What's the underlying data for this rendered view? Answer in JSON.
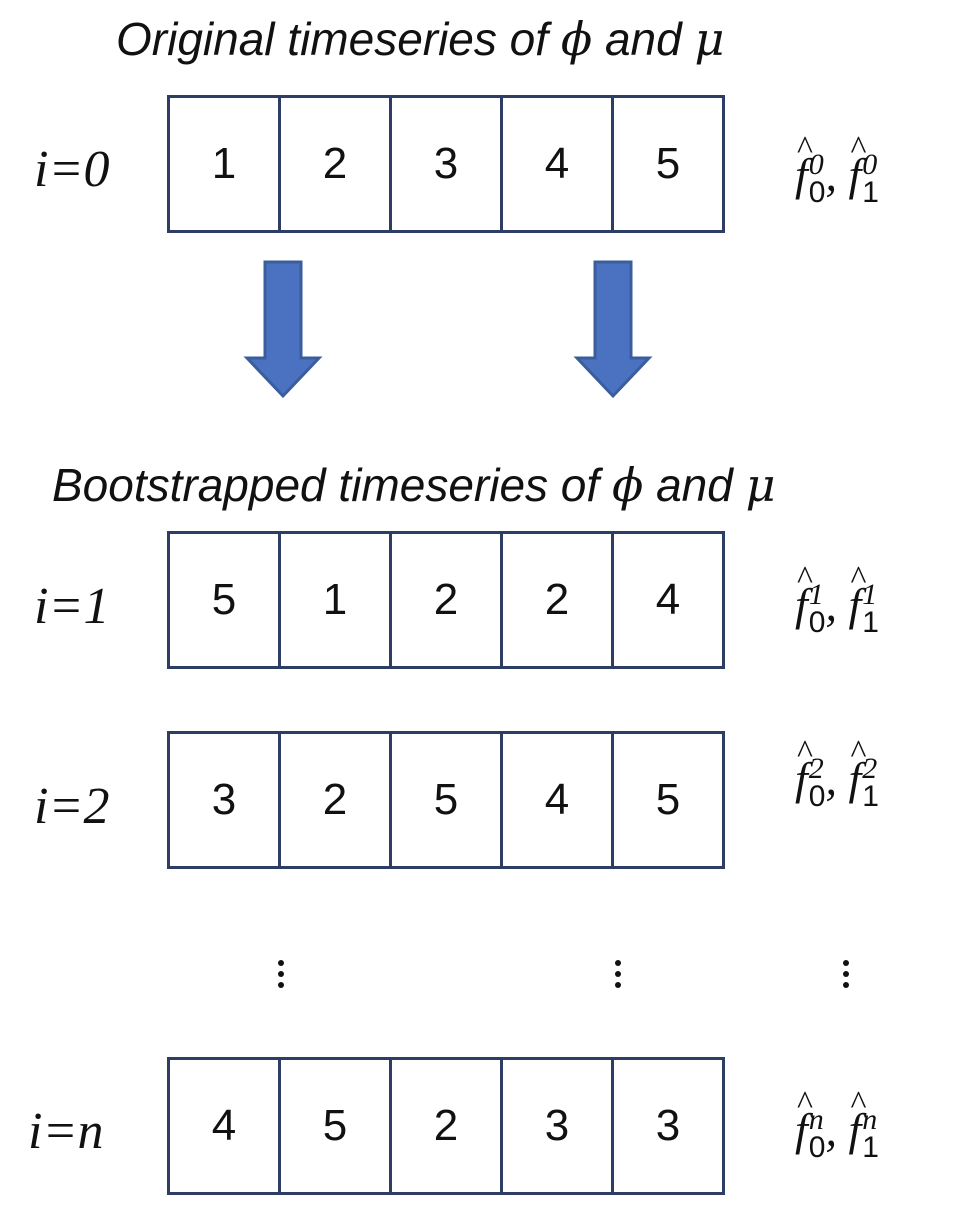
{
  "original": {
    "title": "Original timeseries of",
    "sym1": "ϕ",
    "and": "and",
    "sym2": "μ",
    "index_label": "i=0",
    "values": [
      "1",
      "2",
      "3",
      "4",
      "5"
    ],
    "estimates": {
      "sup": "0"
    }
  },
  "bootstrapped": {
    "title": "Bootstrapped timeseries of",
    "sym1": "ϕ",
    "and": "and",
    "sym2": "μ",
    "rows": [
      {
        "index_label": "i=1",
        "values": [
          "5",
          "1",
          "2",
          "2",
          "4"
        ],
        "sup": "1"
      },
      {
        "index_label": "i=2",
        "values": [
          "3",
          "2",
          "5",
          "4",
          "5"
        ],
        "sup": "2"
      },
      {
        "index_label": "i=n",
        "values": [
          "4",
          "5",
          "2",
          "3",
          "3"
        ],
        "sup": "n"
      }
    ]
  },
  "estimate_symbol": "f",
  "sub0": "0",
  "sub1": "1",
  "colors": {
    "box_border": "#2e3d63",
    "arrow_fill": "#4a72c0",
    "arrow_stroke": "#3a5d9e"
  }
}
